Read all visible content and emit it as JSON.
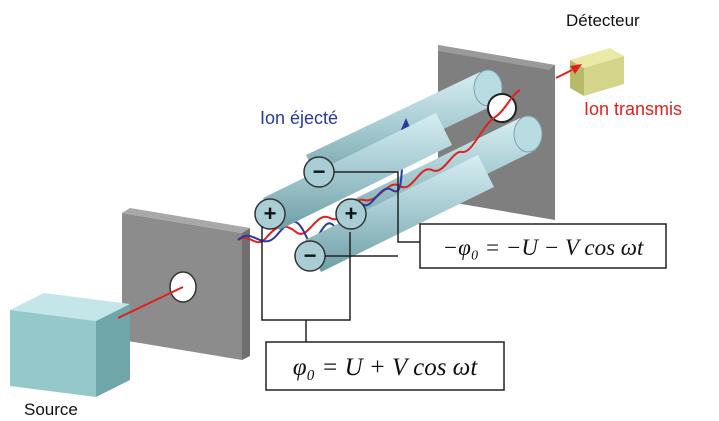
{
  "labels": {
    "detector": "Détecteur",
    "ion_transmitted": "Ion transmis",
    "ion_ejected": "Ion éjecté",
    "source": "Source"
  },
  "rod_signs": {
    "top_rod": "−",
    "left_rod": "+",
    "right_rod": "+",
    "bottom_rod": "−"
  },
  "equations": {
    "negative_pair": "−φ₀ = −U − V cos ωt",
    "positive_pair": "φ₀ = U + V cos ωt"
  },
  "colors": {
    "transmitted_path": "#e02020",
    "ejected_path": "#2a3aa0",
    "rods": "#a9cdd4",
    "plates": "#8c8c8c",
    "source_box": "#9fcfd2",
    "detector_box": "#d9d98a"
  }
}
